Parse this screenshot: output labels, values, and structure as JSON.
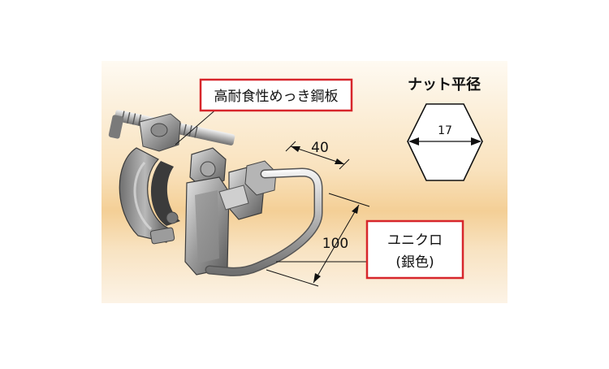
{
  "labels": {
    "material": "高耐食性めっき鋼板",
    "nut_title": "ナット平径",
    "nut_size": "17",
    "dim_width": "40",
    "dim_length": "100",
    "finish_line1": "ユニクロ",
    "finish_line2": "(銀色)"
  },
  "colors": {
    "callout_border": "#d7262b",
    "bg_top": "#fdf4e6",
    "bg_mid": "#f7d9ad",
    "dimension_line": "#111111"
  }
}
